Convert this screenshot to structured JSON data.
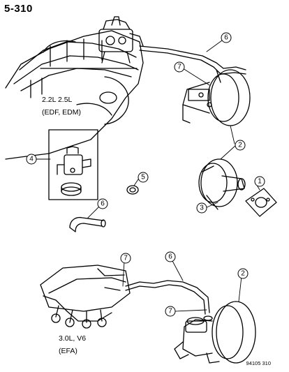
{
  "page_number": "5-310",
  "engine_top": {
    "line1": "2.2L 2.5L",
    "line2": "(EDF, EDM)"
  },
  "engine_bottom": {
    "line1": "3.0L, V6",
    "line2": "(EFA)"
  },
  "callouts": [
    "6",
    "7",
    "2",
    "1",
    "4",
    "5",
    "6",
    "3",
    "7",
    "6",
    "2",
    "7"
  ],
  "footer_code": "94105 310"
}
